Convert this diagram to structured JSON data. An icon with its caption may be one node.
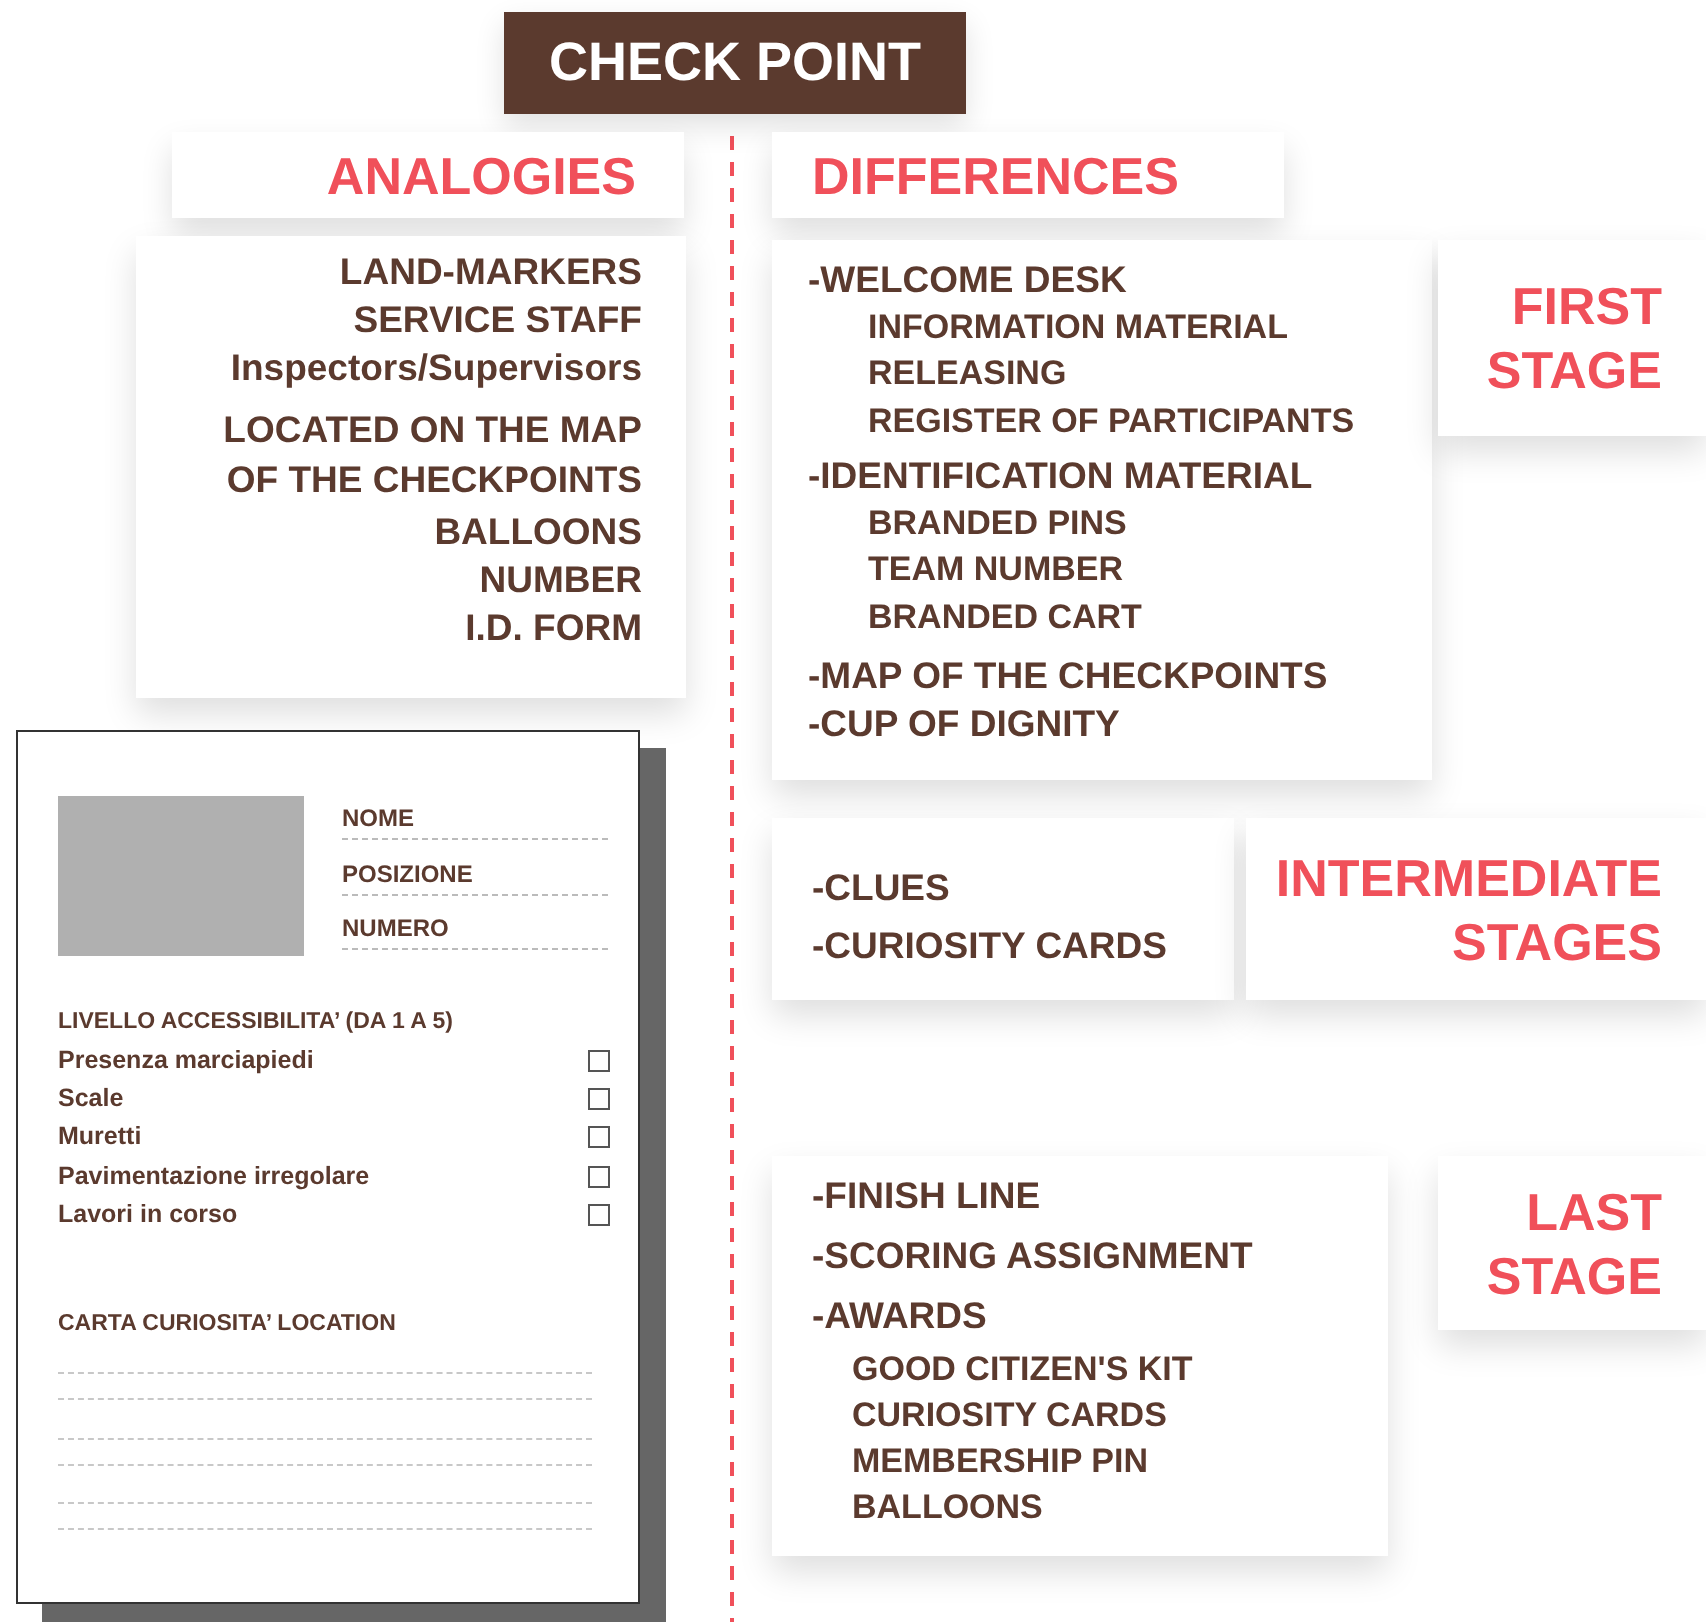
{
  "diagram": {
    "title": "CHECK POINT",
    "nodes": [
      {
        "text": [
          "ANALOGIES"
        ]
      },
      {
        "text": [
          "LAND-MARKERS",
          "SERVICE STAFF",
          "Inspectors/Supervisors",
          "LOCATED ON THE MAP OF THE CHECKPOINTS",
          "BALLOONS",
          "NUMBER",
          "I.D. FORM"
        ]
      },
      {
        "text": [
          "DIFFERENCES"
        ]
      },
      {
        "text": [
          "-WELCOME DESK",
          "INFORMATION MATERIAL",
          "RELEASING",
          "REGISTER OF PARTICIPANTS",
          "-IDENTIFICATION MATERIAL",
          "BRANDED PINS",
          "TEAM NUMBER",
          "BRANDED CART",
          "-MAP OF THE CHECKPOINTS",
          "-CUP OF DIGNITY"
        ]
      },
      {
        "text": [
          "FIRST STAGE"
        ]
      },
      {
        "text": [
          "-CLUES",
          "-CURIOSITY CARDS"
        ]
      },
      {
        "text": [
          "INTERMEDIATE STAGES"
        ]
      },
      {
        "text": [
          "-FINISH LINE",
          "-SCORING ASSIGNMENT",
          "-AWARDS",
          "GOOD CITIZEN'S KIT",
          "CURIOSITY CARDS",
          "MEMBERSHIP PIN",
          "BALLOONS"
        ]
      },
      {
        "text": [
          "LAST STAGE"
        ]
      },
      {
        "text": [
          "NOME",
          "POSIZIONE",
          "NUMERO",
          "LIVELLO ACCESSIBILITA’ (DA 1 A 5)",
          "Presenza marciapiedi",
          "Scale",
          "Muretti",
          "Pavimentazione irregolare",
          "Lavori in corso",
          "CARTA CURIOSITA’ LOCATION"
        ]
      }
    ]
  }
}
